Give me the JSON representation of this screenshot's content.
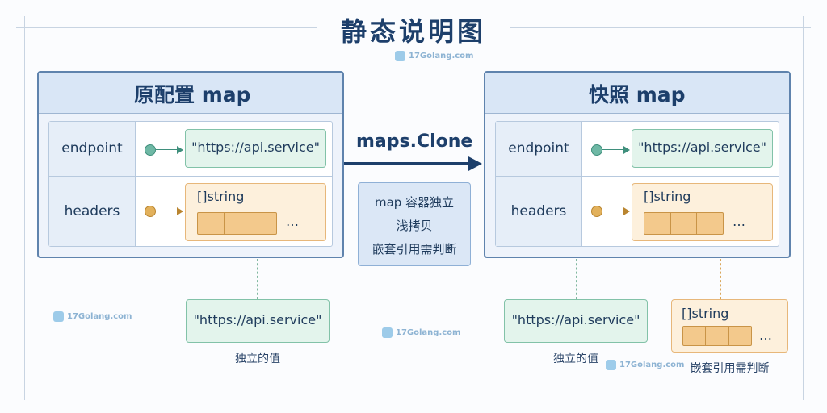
{
  "title": "静态说明图",
  "watermark": "17Golang.com",
  "left_panel": {
    "title": "原配置 map",
    "rows": [
      {
        "key": "endpoint",
        "value": "\"https://api.service\""
      },
      {
        "key": "headers",
        "value_label": "[]string",
        "ellipsis": "…"
      }
    ]
  },
  "right_panel": {
    "title": "快照 map",
    "rows": [
      {
        "key": "endpoint",
        "value": "\"https://api.service\""
      },
      {
        "key": "headers",
        "value_label": "[]string",
        "ellipsis": "…"
      }
    ]
  },
  "clone_label": "maps.Clone",
  "note_lines": [
    "map 容器独立",
    "浅拷贝",
    "嵌套引用需判断"
  ],
  "below_left": {
    "value": "\"https://api.service\"",
    "caption": "独立的值"
  },
  "below_right_value": {
    "value": "\"https://api.service\"",
    "caption": "独立的值"
  },
  "below_right_slice": {
    "label": "[]string",
    "ellipsis": "…",
    "caption": "嵌套引用需判断"
  },
  "colors": {
    "navy": "#1d3f6b",
    "teal": "#6fb8a5",
    "gold": "#e2b15c",
    "panel_border": "#5f83ad"
  }
}
